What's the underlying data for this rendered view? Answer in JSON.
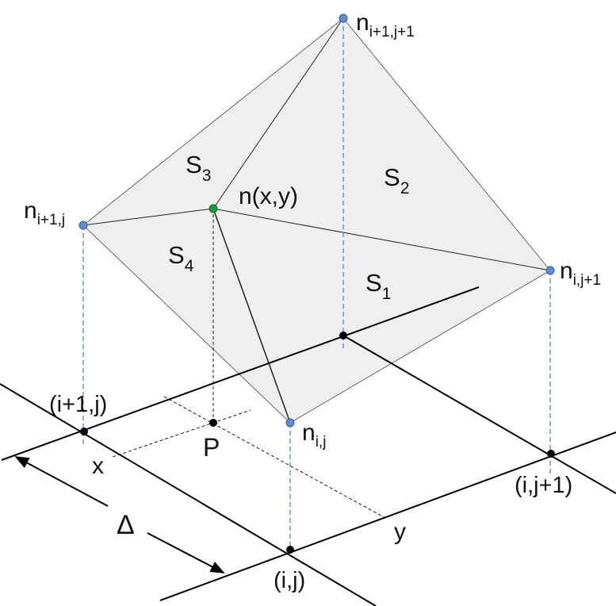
{
  "colors": {
    "surface_fill": "#efefef",
    "line": "#111111",
    "dashed_blue": "#4a86d6",
    "node_blue": "#5b8fd6",
    "node_green": "#1a9e3a",
    "grid_point": "#000000"
  },
  "labels": {
    "n_ij": {
      "base": "n",
      "sub": "i,j"
    },
    "n_ij1": {
      "base": "n",
      "sub": "i,j+1"
    },
    "n_i1j": {
      "base": "n",
      "sub": "i+1,j"
    },
    "n_i1j1": {
      "base": "n",
      "sub": "i+1,j+1"
    },
    "n_xy": "n(x,y)",
    "S1": {
      "base": "S",
      "sub": "1"
    },
    "S2": {
      "base": "S",
      "sub": "2"
    },
    "S3": {
      "base": "S",
      "sub": "3"
    },
    "S4": {
      "base": "S",
      "sub": "4"
    },
    "grid_ij": "(i,j)",
    "grid_ij1": "(i,j+1)",
    "grid_i1j": "(i+1,j)",
    "point_P": "P",
    "axis_x": "x",
    "axis_y": "y",
    "spacing": "Δ"
  }
}
